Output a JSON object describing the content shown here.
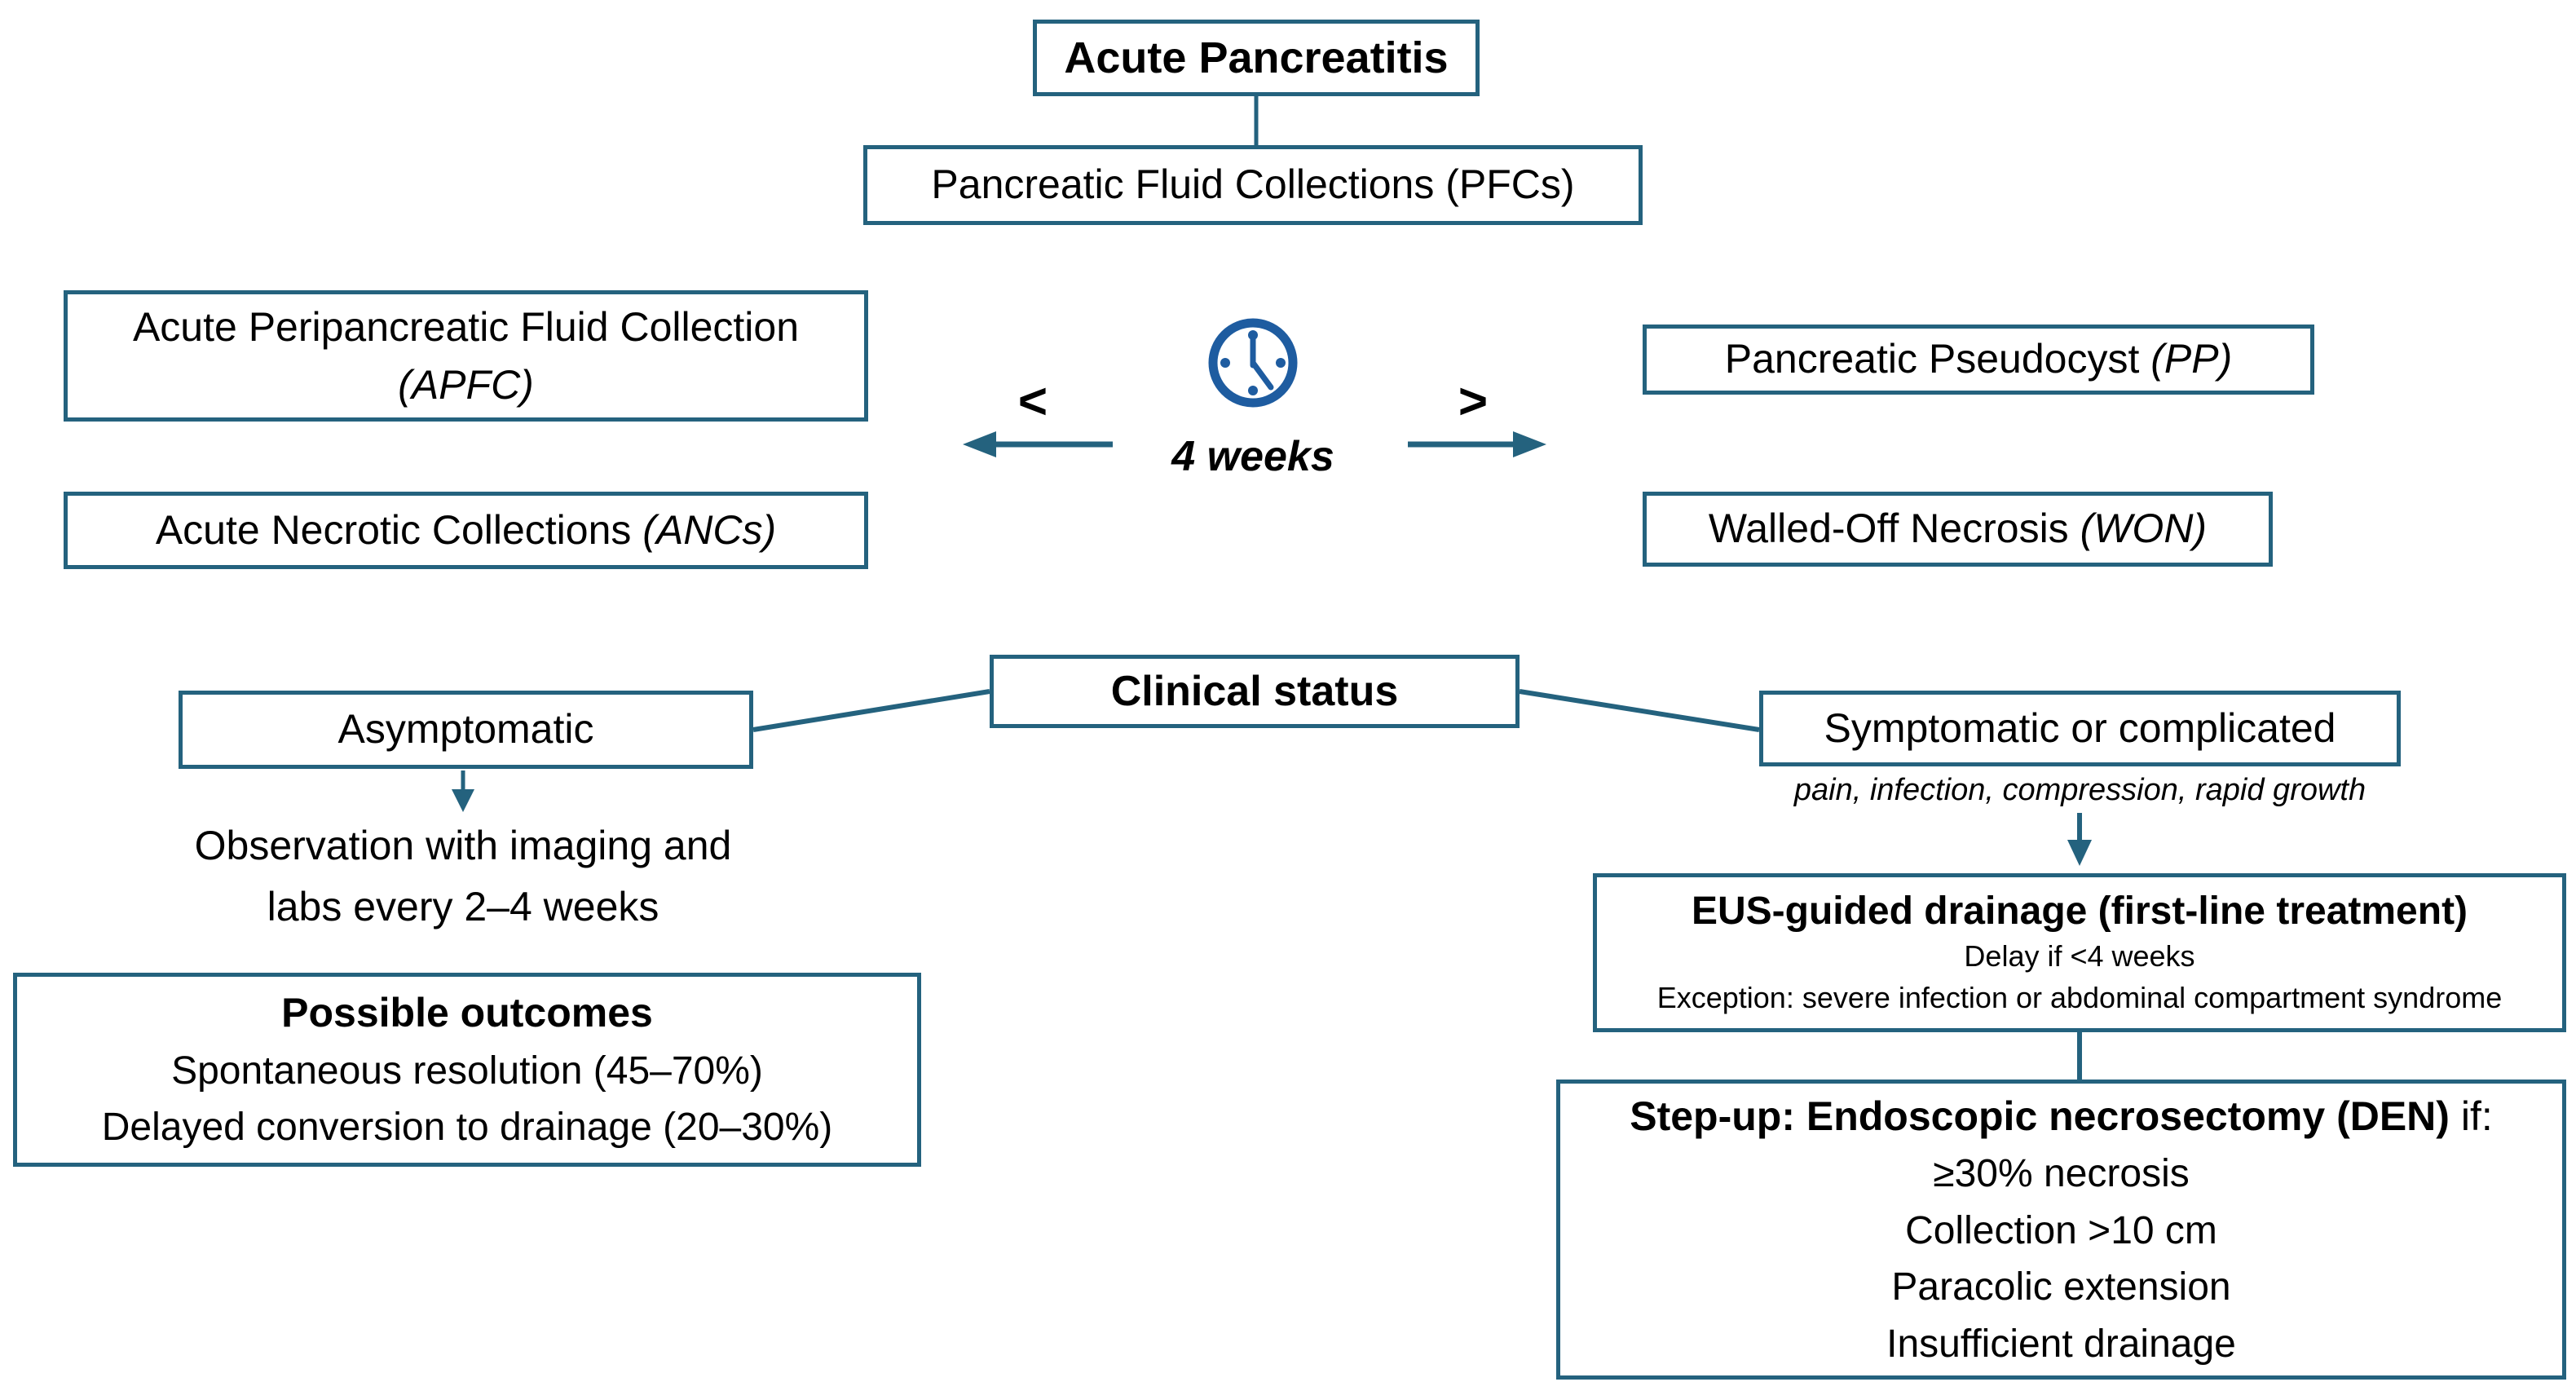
{
  "colors": {
    "box_border": "#24627e",
    "connector": "#24627e",
    "clock_blue": "#1e5ca0",
    "text": "#000000",
    "background": "#ffffff"
  },
  "nodes": {
    "acute_pancreatitis": "Acute Pancreatitis",
    "pfcs": "Pancreatic Fluid Collections (PFCs)",
    "apfc_line1": "Acute Peripancreatic Fluid Collection",
    "apfc_abbr": "(APFC)",
    "anc_prefix": "Acute Necrotic Collections ",
    "anc_abbr": "(ANCs)",
    "pp_prefix": "Pancreatic Pseudocyst ",
    "pp_abbr": "(PP)",
    "won_prefix": "Walled-Off Necrosis ",
    "won_abbr": "(WON)",
    "clinical_status": "Clinical status",
    "asymptomatic": "Asymptomatic",
    "symptomatic": "Symptomatic or complicated",
    "symptomatic_caption": "pain, infection, compression, rapid growth"
  },
  "timeline": {
    "less_than": "<",
    "greater_than": ">",
    "label": "4 weeks",
    "clock_icon": "clock-icon"
  },
  "observation": {
    "line1": "Observation with imaging and",
    "line2": "labs every 2–4 weeks"
  },
  "outcomes": {
    "title": "Possible outcomes",
    "items": [
      "Spontaneous resolution (45–70%)",
      "Delayed conversion to drainage (20–30%)"
    ]
  },
  "eus": {
    "title": "EUS-guided drainage (first-line treatment)",
    "note1": "Delay if <4 weeks",
    "note2": "Exception: severe infection or abdominal compartment syndrome"
  },
  "stepup": {
    "title_bold": "Step-up: Endoscopic necrosectomy (DEN)",
    "title_suffix": " if:",
    "items": [
      "≥30% necrosis",
      "Collection >10 cm",
      "Paracolic extension",
      "Insufficient drainage"
    ]
  }
}
